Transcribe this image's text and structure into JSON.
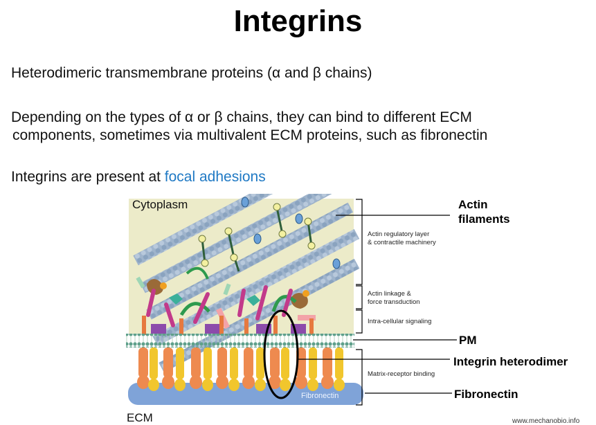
{
  "title": "Integrins",
  "bullets": {
    "b1": "Heterodimeric  transmembrane proteins (α and  β chains)",
    "b2_line1": "Depending on the types of α or β chains, they can bind to different ECM",
    "b2_line2": "components, sometimes via multivalent ECM proteins, such as fibronectin",
    "b3_prefix": "Integrins are present at ",
    "b3_link": "focal adhesions"
  },
  "figure": {
    "cytoplasm_label": "Cytoplasm",
    "ecm_label": "ECM",
    "fibronectin_tag": "Fibronectin",
    "layers": {
      "regulatory_l1": "Actin regulatory layer",
      "regulatory_l2": "& contractile machinery",
      "linkage_l1": "Actin linkage &",
      "linkage_l2": "force transduction",
      "signaling": "Intra-cellular signaling",
      "matrix": "Matrix-receptor binding"
    },
    "callouts": {
      "actin_l1": "Actin",
      "actin_l2": "filaments",
      "pm": "PM",
      "integrin": "Integrin heterodimer",
      "fibronectin": "Fibronectin"
    },
    "watermark": "www.mechanobio.info"
  },
  "colors": {
    "accent": "#1f79c4",
    "cytoplasm_bg": "#ecebc9",
    "actin": "#9fb4cc",
    "membrane": "#5fa08b",
    "integrin_alpha": "#ee8a4f",
    "integrin_beta": "#f1c62d",
    "fibronectin": "#7fa3d8"
  }
}
